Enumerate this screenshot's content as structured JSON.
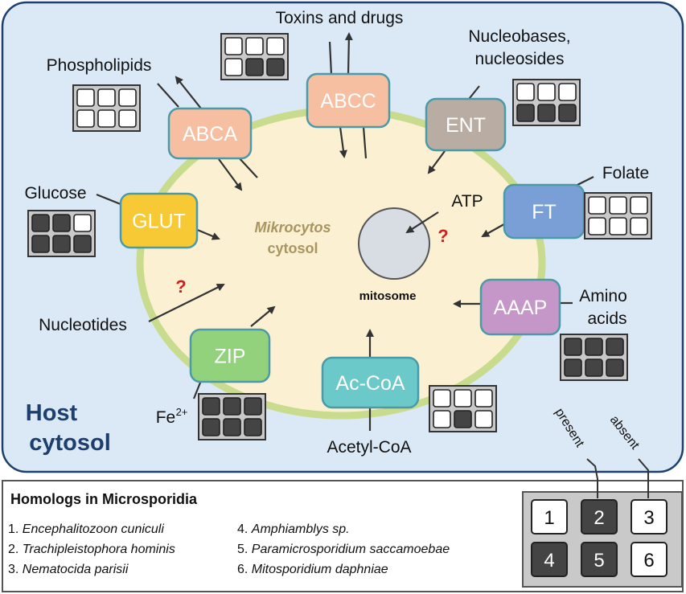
{
  "colors": {
    "host_bg": "#dbe8f6",
    "host_border": "#1d3f6e",
    "cell_fill": "#fbf0d2",
    "cell_border": "#c9db8c",
    "present": "#444444",
    "absent": "#ffffff",
    "question": "#d41e1e"
  },
  "host_label": [
    "Host",
    "cytosol"
  ],
  "cytosol_label": [
    "Mikrocytos",
    "cytosol"
  ],
  "mitosome_label": "mitosome",
  "question_mark": "?",
  "transporters": [
    {
      "id": "abca",
      "name": "ABCA",
      "fill": "#f7bfa2",
      "border": "#4a9aa8",
      "substrate": [
        "Phospholipids"
      ],
      "homologs": [
        false,
        false,
        false,
        false,
        false,
        false
      ]
    },
    {
      "id": "abcc",
      "name": "ABCC",
      "fill": "#f7bfa2",
      "border": "#4a9aa8",
      "substrate": [
        "Toxins and drugs"
      ],
      "homologs": [
        false,
        false,
        false,
        false,
        true,
        true
      ]
    },
    {
      "id": "ent",
      "name": "ENT",
      "fill": "#b9aca2",
      "border": "#4a9aa8",
      "substrate": [
        "Nucleobases,",
        "nucleosides"
      ],
      "homologs": [
        false,
        false,
        false,
        true,
        true,
        true
      ]
    },
    {
      "id": "ft",
      "name": "FT",
      "fill": "#7a9fd6",
      "border": "#4a9aa8",
      "substrate": [
        "Folate"
      ],
      "homologs": [
        false,
        false,
        false,
        false,
        false,
        false
      ]
    },
    {
      "id": "aaap",
      "name": "AAAP",
      "fill": "#c596c8",
      "border": "#4a9aa8",
      "substrate": [
        "Amino",
        "acids"
      ],
      "homologs": [
        true,
        true,
        true,
        true,
        true,
        true
      ]
    },
    {
      "id": "acoa",
      "name": "Ac-CoA",
      "fill": "#6cc9c9",
      "border": "#4a9aa8",
      "substrate": [
        "Acetyl-CoA"
      ],
      "homologs": [
        false,
        false,
        false,
        false,
        true,
        false
      ]
    },
    {
      "id": "zip",
      "name": "ZIP",
      "fill": "#93d27c",
      "border": "#4a9aa8",
      "substrate": [
        "Fe",
        "2+"
      ],
      "homologs": [
        true,
        true,
        true,
        true,
        true,
        true
      ]
    },
    {
      "id": "glut",
      "name": "GLUT",
      "fill": "#f7c934",
      "border": "#4a9aa8",
      "substrate": [
        "Glucose"
      ],
      "homologs": [
        true,
        true,
        false,
        true,
        true,
        true
      ]
    }
  ],
  "free_labels": {
    "atp": "ATP",
    "nucleotides": "Nucleotides"
  },
  "legend": {
    "title": "Homologs in Microsporidia",
    "species": [
      {
        "num": "1.",
        "name": "Encephalitozoon cuniculi"
      },
      {
        "num": "2.",
        "name": "Trachipleistophora hominis"
      },
      {
        "num": "3.",
        "name": "Nematocida parisii"
      },
      {
        "num": "4.",
        "name": "Amphiamblys sp."
      },
      {
        "num": "5.",
        "name": "Paramicrosporidium saccamoebae"
      },
      {
        "num": "6.",
        "name": "Mitosporidium daphniae"
      }
    ],
    "key_numbers": [
      "1",
      "2",
      "3",
      "4",
      "5",
      "6"
    ],
    "key_present": [
      false,
      true,
      false,
      true,
      true,
      false
    ],
    "present_label": "present",
    "absent_label": "absent"
  }
}
